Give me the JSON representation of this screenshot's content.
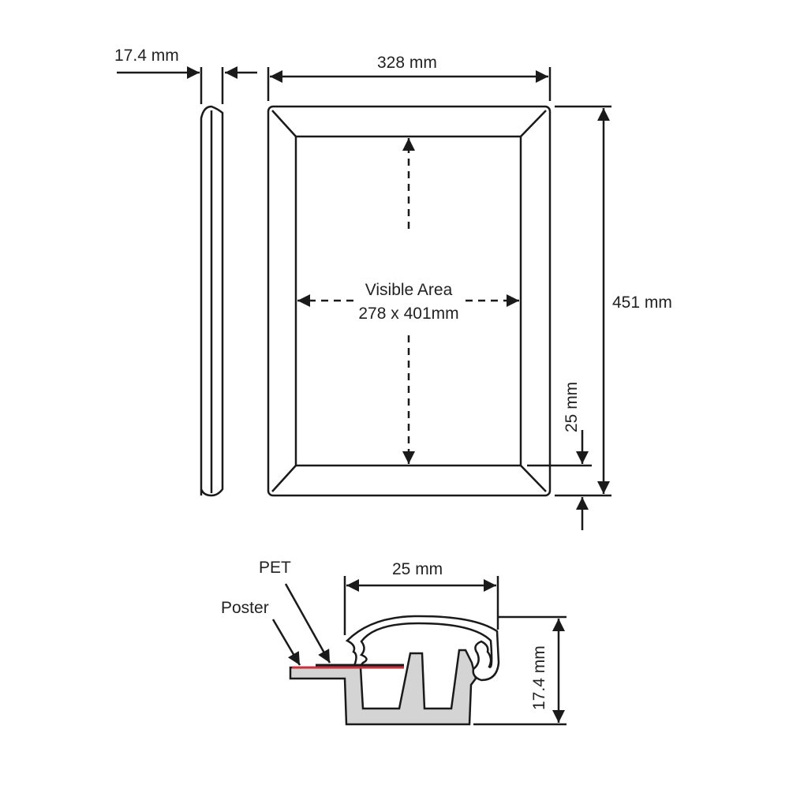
{
  "labels": {
    "depth_top": "17.4 mm",
    "width": "328 mm",
    "height": "451 mm",
    "visible_area_title": "Visible Area",
    "visible_area_size": "278 x 401mm",
    "border_width_front": "25 mm",
    "profile_width": "25 mm",
    "profile_depth": "17.4 mm",
    "pet": "PET",
    "poster": "Poster"
  },
  "colors": {
    "line": "#1a1a1a",
    "profile_fill": "#d4d4d4",
    "poster": "#c8323c"
  }
}
